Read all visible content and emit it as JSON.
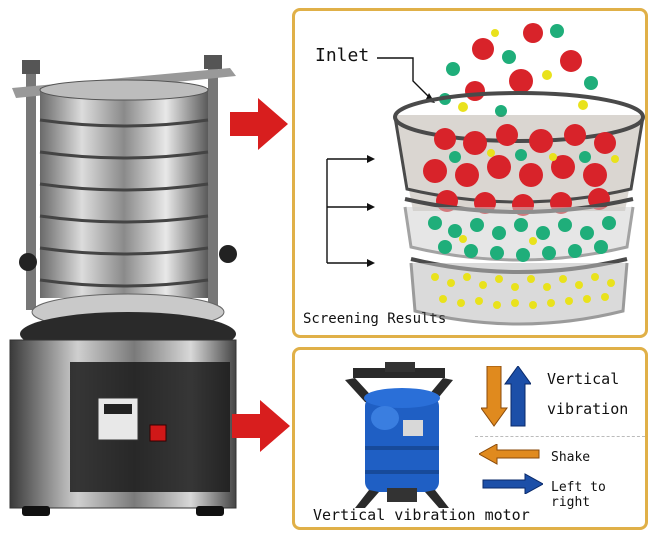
{
  "diagram": {
    "inlet_label": "Inlet",
    "screening_results_label": "Screening Results",
    "motor_label": "Vertical vibration motor",
    "vertical_label": "Vertical",
    "vibration_label": "vibration",
    "shake_label": "Shake",
    "left_to_right_label": "Left to right"
  },
  "colors": {
    "panel_border": "#e0b048",
    "red_particle": "#d8232a",
    "green_particle": "#1fae7a",
    "yellow_particle": "#e9e21c",
    "arrow_red": "#d81e1e",
    "arrow_orange": "#e08a1e",
    "arrow_blue": "#1c4fa8",
    "motor_blue": "#1f5fc4"
  }
}
